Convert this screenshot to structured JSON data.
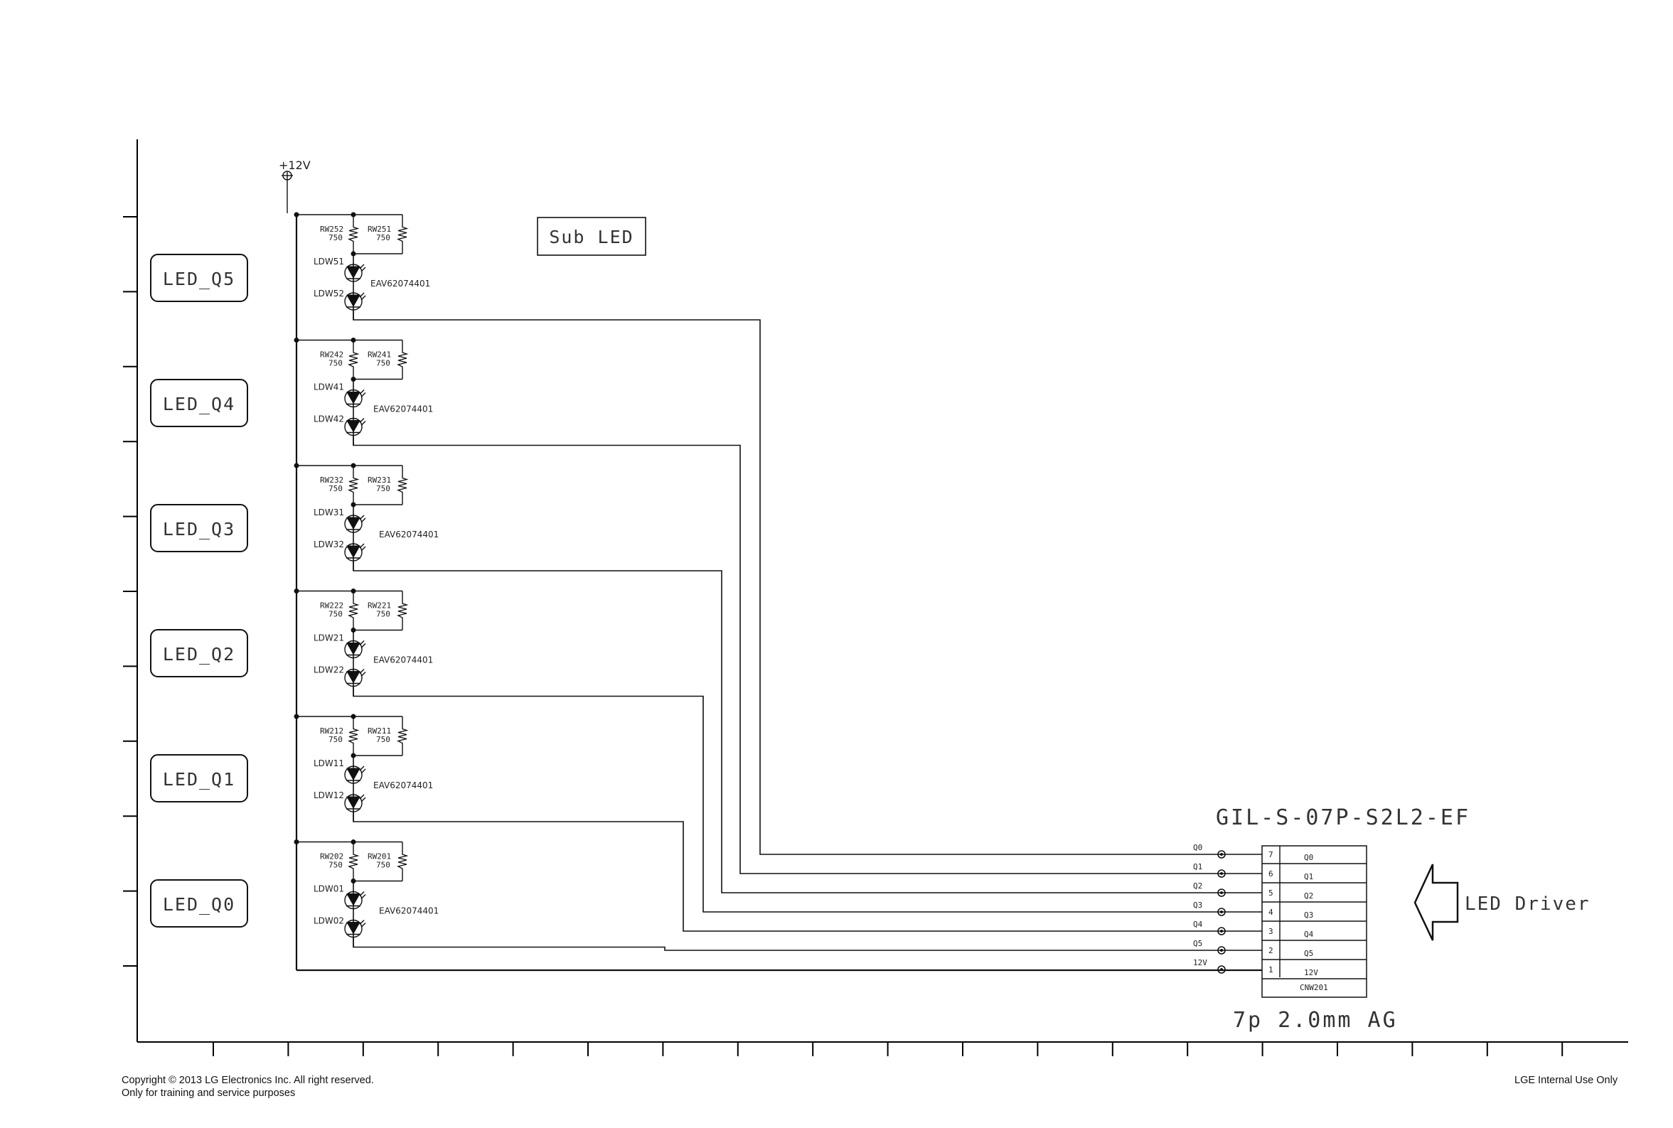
{
  "supply": {
    "label": "+12V"
  },
  "title_box": {
    "label": "Sub LED"
  },
  "led_labels": [
    "LED_Q5",
    "LED_Q4",
    "LED_Q3",
    "LED_Q2",
    "LED_Q1",
    "LED_Q0"
  ],
  "branches": [
    {
      "r_left": "RW252",
      "r_right": "RW251",
      "r_value": "750",
      "led_top": "LDW51",
      "led_bottom": "LDW52",
      "part": "EAV62074401"
    },
    {
      "r_left": "RW242",
      "r_right": "RW241",
      "r_value": "750",
      "led_top": "LDW41",
      "led_bottom": "LDW42",
      "part": "EAV62074401"
    },
    {
      "r_left": "RW232",
      "r_right": "RW231",
      "r_value": "750",
      "led_top": "LDW31",
      "led_bottom": "LDW32",
      "part": "EAV62074401"
    },
    {
      "r_left": "RW222",
      "r_right": "RW221",
      "r_value": "750",
      "led_top": "LDW21",
      "led_bottom": "LDW22",
      "part": "EAV62074401"
    },
    {
      "r_left": "RW212",
      "r_right": "RW211",
      "r_value": "750",
      "led_top": "LDW11",
      "led_bottom": "LDW12",
      "part": "EAV62074401"
    },
    {
      "r_left": "RW202",
      "r_right": "RW201",
      "r_value": "750",
      "led_top": "LDW01",
      "led_bottom": "LDW02",
      "part": "EAV62074401"
    }
  ],
  "net_labels": [
    "Q0",
    "Q1",
    "Q2",
    "Q3",
    "Q4",
    "Q5",
    "12V"
  ],
  "connector": {
    "part_number": "GIL-S-07P-S2L2-EF",
    "pins": [
      {
        "num": "7",
        "signal": "Q0"
      },
      {
        "num": "6",
        "signal": "Q1"
      },
      {
        "num": "5",
        "signal": "Q2"
      },
      {
        "num": "4",
        "signal": "Q3"
      },
      {
        "num": "3",
        "signal": "Q4"
      },
      {
        "num": "2",
        "signal": "Q5"
      },
      {
        "num": "1",
        "signal": "12V"
      }
    ],
    "refdes": "CNW201",
    "description": "7p 2.0mm AG"
  },
  "driver": {
    "label": "LED Driver"
  },
  "footer": {
    "copyright": "Copyright © 2013 LG Electronics Inc. All right reserved.",
    "purpose": "Only for training and service purposes",
    "internal": "LGE Internal Use Only"
  }
}
